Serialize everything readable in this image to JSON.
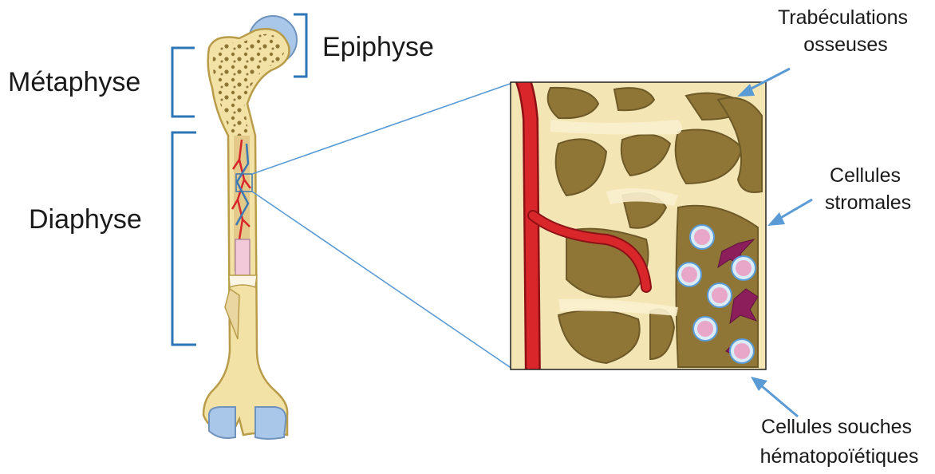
{
  "labels": {
    "epiphyse": "Epiphyse",
    "metaphyse": "Métaphyse",
    "diaphyse": "Diaphyse",
    "trabeculations": [
      "Trabéculations",
      "osseuses"
    ],
    "stromales": [
      "Cellules",
      "stromales"
    ],
    "souches": [
      "Cellules souches",
      "hématopoïétiques"
    ]
  },
  "colors": {
    "bracket": "#2e75b6",
    "arrow": "#5b9bd5",
    "bone": "#f3e2a6",
    "bone_outline": "#b89c4a",
    "trabecula_hole": "#8f7636",
    "vessel": "#d9262b",
    "marrow": "#f1c9d9",
    "cartilage": "#a9c7e8",
    "stromal_cell": "#8b1e5b",
    "stem_cell": "#e8a7c8"
  },
  "icons": {
    "femur": "femur-bone-icon",
    "zoom": "bone-marrow-zoom-panel"
  }
}
